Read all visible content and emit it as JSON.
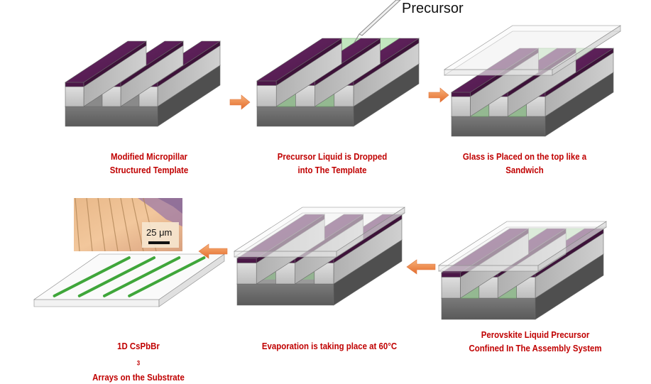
{
  "labels": {
    "precursor": "Precursor",
    "scale": "25 μm"
  },
  "steps": [
    {
      "line1": "Modified Micropillar",
      "line2": "Structured Template"
    },
    {
      "line1": "Precursor Liquid is Dropped",
      "line2": "into The Template"
    },
    {
      "line1": "Glass is Placed on the top like a",
      "line2": "Sandwich"
    },
    {
      "line1": "Perovskite Liquid Precursor",
      "line2": "Confined In The Assembly System"
    },
    {
      "line1": "Evaporation is taking place at 60°C",
      "line2": ""
    },
    {
      "line1": "1D CsPbBr",
      "sub": "3",
      "line1_rest": " Arrays on the Substrate",
      "line2": ""
    }
  ],
  "colors": {
    "pillar_top": "#5b1e57",
    "pillar_side": "#c4c4c4",
    "pillar_front": "#d6d6d6",
    "base_top": "#8e8e8e",
    "base_front": "#6b6b6b",
    "liquid": "#8fd48a",
    "glass": "#e8e8e8",
    "arrow": "#f08a4b",
    "caption": "#c00000",
    "nanowire": "#3fa63a"
  },
  "icons": [
    "orange-right-arrow-icon",
    "orange-left-arrow-icon",
    "pipette-icon"
  ]
}
